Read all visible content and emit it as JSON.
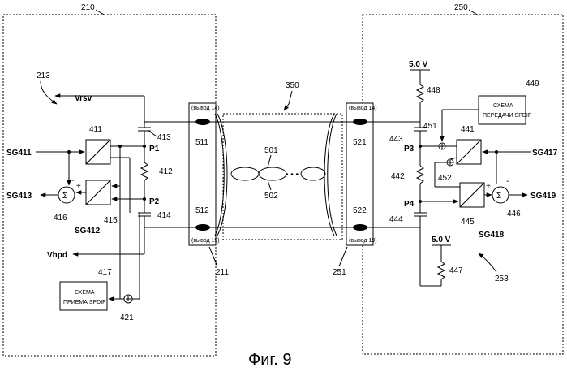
{
  "figure_caption": "Фиг. 9",
  "blocks": {
    "source": "210",
    "source_group": "213",
    "sink": "250",
    "sink_group": "253",
    "cable": "350"
  },
  "connectors": {
    "source_plug": "211",
    "sink_plug": "251",
    "pin_top_note_left": "(вывод 14)",
    "pin_bottom_note_left": "(вывод 19)",
    "pin_top_note_right": "(вывод 14)",
    "pin_bottom_note_right": "(вывод 19)",
    "pin_511": "511",
    "pin_512": "512",
    "pin_521": "521",
    "pin_522": "522",
    "line_501": "501",
    "line_502": "502",
    "dots": "• • •"
  },
  "left": {
    "vrsv": "Vrsv",
    "vhpd": "Vhpd",
    "sg411": "SG411",
    "sg413": "SG413",
    "sg412": "SG412",
    "amp_411": "411",
    "amp_415": "415",
    "sum_416": "416",
    "cap_413": "413",
    "cap_414": "414",
    "res_412": "412",
    "p1": "P1",
    "p2": "P2",
    "spdif_rx_id": "417",
    "spdif_rx_line1": "СХЕМА",
    "spdif_rx_line2": "ПРИЕМА SPDIF",
    "adder_421": "421",
    "plus": "+",
    "minus": "-",
    "sigma": "Σ"
  },
  "right": {
    "v5_top": "5.0 V",
    "v5_bottom": "5.0 V",
    "res_448": "448",
    "res_442": "442",
    "res_447": "447",
    "cap_443": "443",
    "cap_444": "444",
    "p3": "P3",
    "p4": "P4",
    "node_451": "451",
    "node_452": "452",
    "amp_441": "441",
    "amp_445": "445",
    "sum_446": "446",
    "sg417": "SG417",
    "sg419": "SG419",
    "sg418": "SG418",
    "spdif_tx_id": "449",
    "spdif_tx_line1": "СХЕМА",
    "spdif_tx_line2": "ПЕРЕДАЧИ SPDIF",
    "plus": "+",
    "minus": "-",
    "sigma": "Σ"
  }
}
